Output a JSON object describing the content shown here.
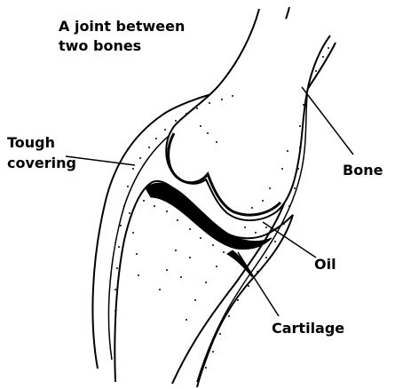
{
  "title": {
    "line1": "A joint between",
    "line2": "two bones"
  },
  "labels": {
    "tough_covering_line1": "Tough",
    "tough_covering_line2": "covering",
    "bone": "Bone",
    "oil": "Oil",
    "cartilage": "Cartilage"
  },
  "colors": {
    "ink": "#000000",
    "background": "#ffffff"
  }
}
